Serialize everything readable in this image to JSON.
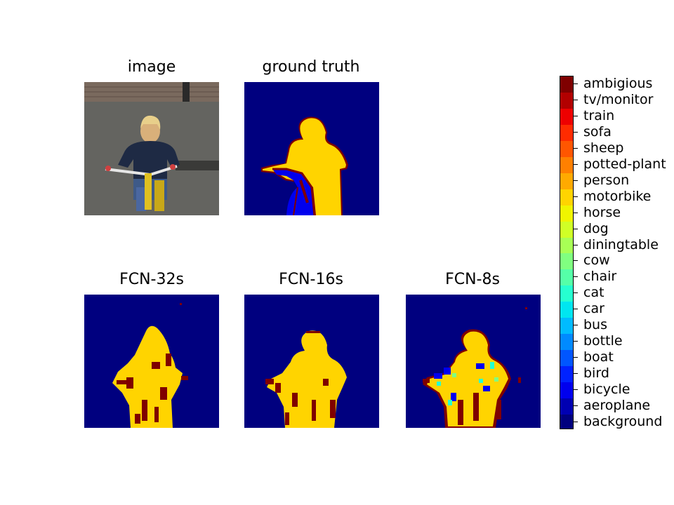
{
  "panels": {
    "image": {
      "title": "image"
    },
    "ground_truth": {
      "title": "ground truth"
    },
    "fcn32": {
      "title": "FCN-32s"
    },
    "fcn16": {
      "title": "FCN-16s"
    },
    "fcn8": {
      "title": "FCN-8s"
    }
  },
  "colorbar": {
    "classes": [
      {
        "name": "background",
        "color": "#00007f"
      },
      {
        "name": "aeroplane",
        "color": "#0000b2"
      },
      {
        "name": "bicycle",
        "color": "#0000ee"
      },
      {
        "name": "bird",
        "color": "#0022ff"
      },
      {
        "name": "boat",
        "color": "#0056ff"
      },
      {
        "name": "bottle",
        "color": "#008aff"
      },
      {
        "name": "bus",
        "color": "#00bbff"
      },
      {
        "name": "car",
        "color": "#00e6f0"
      },
      {
        "name": "cat",
        "color": "#26ffd0"
      },
      {
        "name": "chair",
        "color": "#55ffa8"
      },
      {
        "name": "cow",
        "color": "#80ff80"
      },
      {
        "name": "diningtable",
        "color": "#a8ff55"
      },
      {
        "name": "dog",
        "color": "#d0ff26"
      },
      {
        "name": "horse",
        "color": "#f0f500"
      },
      {
        "name": "motorbike",
        "color": "#ffd400"
      },
      {
        "name": "person",
        "color": "#ffaa00"
      },
      {
        "name": "potted-plant",
        "color": "#ff8000"
      },
      {
        "name": "sheep",
        "color": "#ff5600"
      },
      {
        "name": "sofa",
        "color": "#ff2b00"
      },
      {
        "name": "train",
        "color": "#ee0000"
      },
      {
        "name": "tv/monitor",
        "color": "#b20000"
      },
      {
        "name": "ambigious",
        "color": "#7f0000"
      }
    ]
  },
  "colors": {
    "background": "#00007f",
    "person": "#ffd400",
    "bicycle": "#0000ee",
    "ambigious": "#7f0000"
  }
}
